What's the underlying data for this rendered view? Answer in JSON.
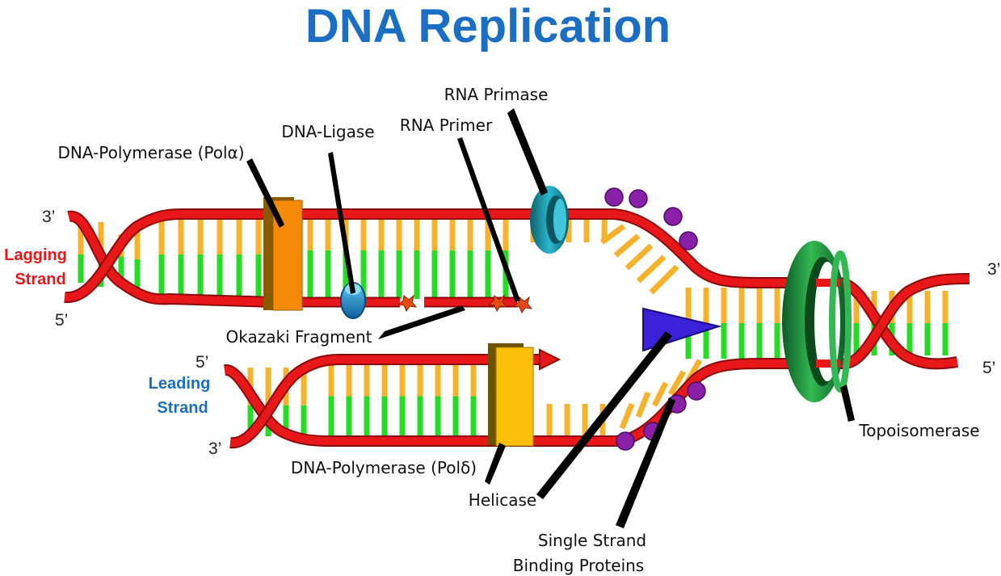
{
  "title": "DNA Replication",
  "colors": {
    "title": "#1a6fc4",
    "backbone": "#e8181a",
    "backbone_dark": "#8c0a0a",
    "base_orange": "#f7b12a",
    "base_green": "#22dd22",
    "lagging": "#e8181a",
    "leading": "#1a6fc4",
    "primase": "#1a9bb0",
    "ligase": "#1a8fd0",
    "helicase": "#3b22d8",
    "topoisomerase": "#1e9a3e",
    "ssb": "#8a1fa8",
    "pol_alpha": "#f58a07",
    "pol_delta": "#fbbf0a",
    "primer": "#e84a12"
  },
  "strands": {
    "lagging": {
      "line1": "Lagging",
      "line2": "Strand",
      "end_top": "3’",
      "end_bottom": "5’"
    },
    "leading": {
      "line1": "Leading",
      "line2": "Strand",
      "end_top": "5’",
      "end_bottom": "3’"
    },
    "parent": {
      "end_top": "3’",
      "end_bottom": "5’"
    }
  },
  "labels": {
    "pol_alpha": "DNA-Polymerase (Polα)",
    "ligase": "DNA-Ligase",
    "primer": "RNA Primer",
    "primase": "RNA Primase",
    "okazaki": "Okazaki Fragment",
    "pol_delta": "DNA-Polymerase (Polδ)",
    "helicase": "Helicase",
    "ssb_line1": "Single Strand",
    "ssb_line2": "Binding Proteins",
    "topo": "Topoisomerase"
  },
  "icons": {
    "pol_alpha": "polymerase-block-icon",
    "pol_delta": "polymerase-block-icon",
    "ligase": "ligase-oval-icon",
    "primase": "primase-ring-icon",
    "helicase": "helicase-wedge-icon",
    "topo": "topoisomerase-ring-icon",
    "ssb": "binding-protein-icon",
    "primer": "primer-star-icon"
  }
}
